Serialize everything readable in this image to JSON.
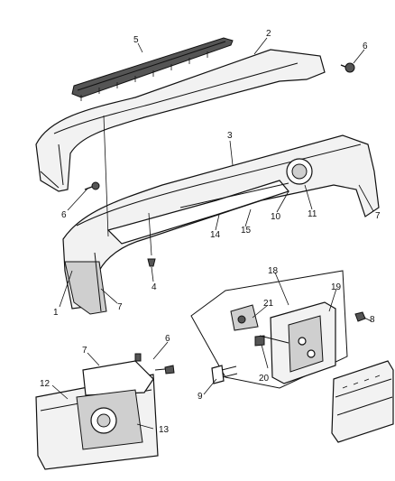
{
  "callouts": [
    {
      "id": "c1",
      "text": "1"
    },
    {
      "id": "c2",
      "text": "2"
    },
    {
      "id": "c3",
      "text": "3"
    },
    {
      "id": "c4",
      "text": "4"
    },
    {
      "id": "c5",
      "text": "5"
    },
    {
      "id": "c6a",
      "text": "6"
    },
    {
      "id": "c6b",
      "text": "6"
    },
    {
      "id": "c6c",
      "text": "6"
    },
    {
      "id": "c7a",
      "text": "7"
    },
    {
      "id": "c7b",
      "text": "7"
    },
    {
      "id": "c7c",
      "text": "7"
    },
    {
      "id": "c8",
      "text": "8"
    },
    {
      "id": "c9",
      "text": "9"
    },
    {
      "id": "c10",
      "text": "10"
    },
    {
      "id": "c11",
      "text": "11"
    },
    {
      "id": "c12",
      "text": "12"
    },
    {
      "id": "c13",
      "text": "13"
    },
    {
      "id": "c14",
      "text": "14"
    },
    {
      "id": "c15",
      "text": "15"
    },
    {
      "id": "c18",
      "text": "18"
    },
    {
      "id": "c19",
      "text": "19"
    },
    {
      "id": "c20",
      "text": "20"
    },
    {
      "id": "c21",
      "text": "21"
    }
  ]
}
